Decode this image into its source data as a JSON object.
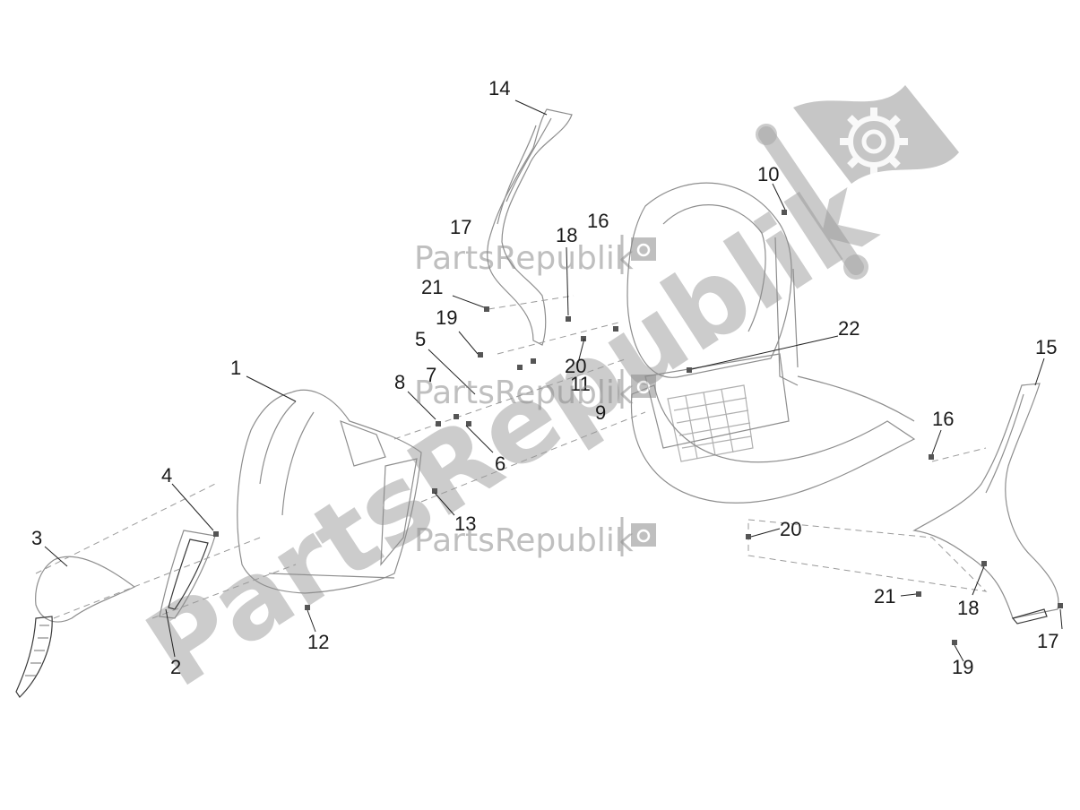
{
  "watermark": {
    "brand": "PartsRepublik",
    "brand_big": "PartsRepublik",
    "icon": "gear-flag-icon"
  },
  "callouts": [
    {
      "id": "c1",
      "label": "1"
    },
    {
      "id": "c2",
      "label": "2"
    },
    {
      "id": "c3",
      "label": "3"
    },
    {
      "id": "c4",
      "label": "4"
    },
    {
      "id": "c5",
      "label": "5"
    },
    {
      "id": "c6",
      "label": "6"
    },
    {
      "id": "c7",
      "label": "7"
    },
    {
      "id": "c8",
      "label": "8"
    },
    {
      "id": "c9",
      "label": "9"
    },
    {
      "id": "c10",
      "label": "10"
    },
    {
      "id": "c11",
      "label": "11"
    },
    {
      "id": "c12",
      "label": "12"
    },
    {
      "id": "c13",
      "label": "13"
    },
    {
      "id": "c14",
      "label": "14"
    },
    {
      "id": "c15",
      "label": "15"
    },
    {
      "id": "c16a",
      "label": "16"
    },
    {
      "id": "c16b",
      "label": "16"
    },
    {
      "id": "c17a",
      "label": "17"
    },
    {
      "id": "c17b",
      "label": "17"
    },
    {
      "id": "c18a",
      "label": "18"
    },
    {
      "id": "c18b",
      "label": "18"
    },
    {
      "id": "c19a",
      "label": "19"
    },
    {
      "id": "c19b",
      "label": "19"
    },
    {
      "id": "c20a",
      "label": "20"
    },
    {
      "id": "c20b",
      "label": "20"
    },
    {
      "id": "c21a",
      "label": "21"
    },
    {
      "id": "c21b",
      "label": "21"
    },
    {
      "id": "c22",
      "label": "22"
    }
  ]
}
